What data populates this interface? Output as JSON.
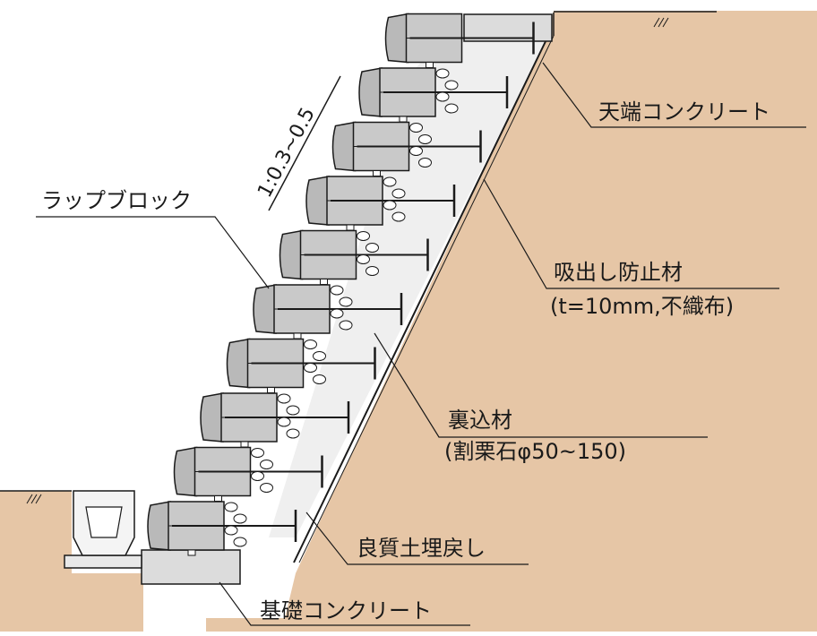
{
  "labels": {
    "top_concrete": "天端コンクリート",
    "wrap_block": "ラップブロック",
    "slope": "1:0.3~0.5",
    "drain_material": "吸出し防止材",
    "drain_spec": "(t=10mm,不織布)",
    "backfill": "裏込材",
    "backfill_spec": "(割栗石φ50~150)",
    "soil": "良質土埋戻し",
    "base_concrete": "基礎コンクリート"
  },
  "colors": {
    "soil": "#e6c6a6",
    "block": "#c9c9c9",
    "block_face": "#b9b9b9",
    "gravel_zone": "#eeeeee",
    "concrete": "#dcdcdc",
    "line": "#1a1a1a"
  },
  "block_count": 10
}
